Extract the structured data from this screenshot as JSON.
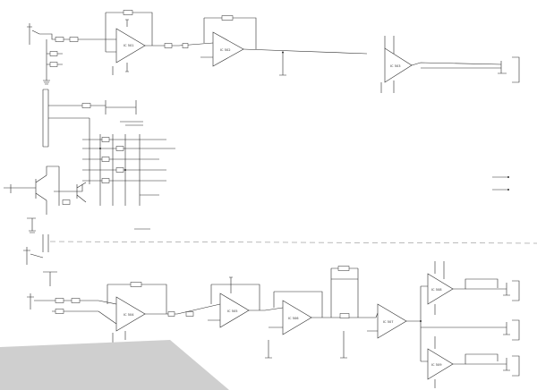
{
  "labels": {
    "u1_a": "IC 501",
    "u1_b": "IC 502",
    "u1_c": "IC 503",
    "u2_a": "IC 504",
    "u2_b": "IC 505",
    "u2_c": "IC 506",
    "u2_d": "IC 507",
    "u2_e": "IC 508",
    "u2_f": "IC 509"
  },
  "colors": {
    "ink": "#2b2b2b",
    "paper": "#ffffff",
    "shadow": "#cfcfcf"
  }
}
